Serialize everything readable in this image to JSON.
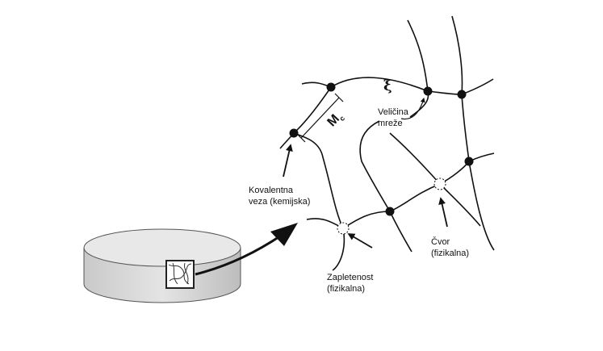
{
  "labels": {
    "xi": "ξ",
    "mesh_size_line1": "Veličina",
    "mesh_size_line2": "mreže",
    "mc": "M",
    "mc_sub": "c",
    "covalent_line1": "Kovalentna",
    "covalent_line2": "veza (kemijska)",
    "knot_line1": "Čvor",
    "knot_line2": "(fizikalna)",
    "entanglement_line1": "Zapletenost",
    "entanglement_line2": "(fizikalna)"
  },
  "colors": {
    "line": "#111111",
    "disk_side": "#d2d2d2",
    "disk_top": "#e6e6e6"
  }
}
